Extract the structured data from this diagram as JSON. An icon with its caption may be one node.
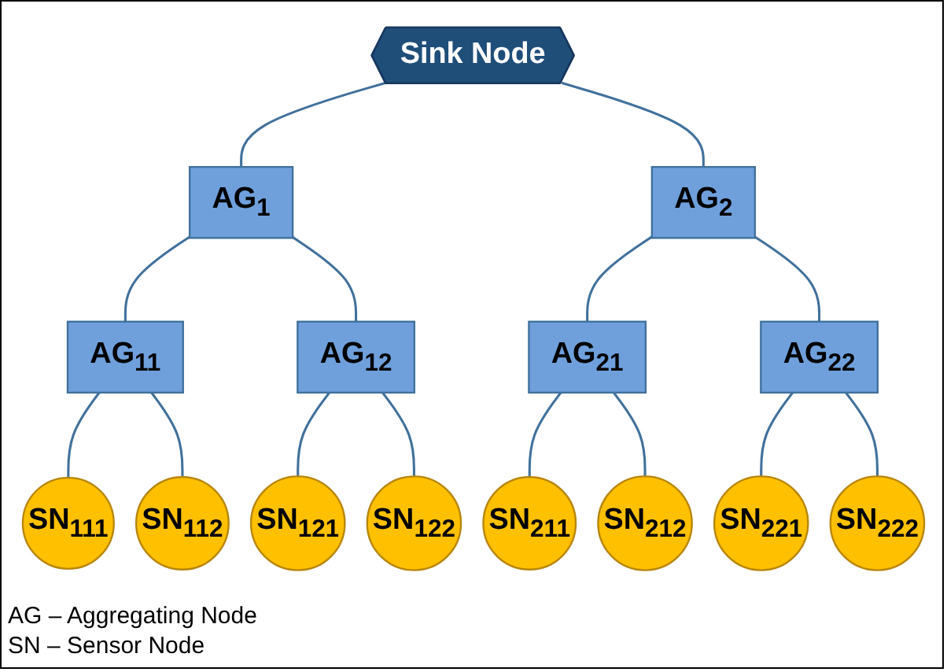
{
  "diagram": {
    "nodes": [
      {
        "text": [
          "Sink Node"
        ]
      },
      {
        "text": [
          "AG$_{1}$"
        ]
      },
      {
        "text": [
          "AG$_{2}$"
        ]
      },
      {
        "text": [
          "AG$_{11}$"
        ]
      },
      {
        "text": [
          "AG$_{12}$"
        ]
      },
      {
        "text": [
          "AG$_{21}$"
        ]
      },
      {
        "text": [
          "AG$_{22}$"
        ]
      },
      {
        "text": [
          "SN$_{111}$"
        ]
      },
      {
        "text": [
          "SN$_{112}$"
        ]
      },
      {
        "text": [
          "SN$_{121}$"
        ]
      },
      {
        "text": [
          "SN$_{122}$"
        ]
      },
      {
        "text": [
          "SN$_{211}$"
        ]
      },
      {
        "text": [
          "SN$_{212}$"
        ]
      },
      {
        "text": [
          "SN$_{221}$"
        ]
      },
      {
        "text": [
          "SN$_{222}$"
        ]
      }
    ],
    "edges": [
      {
        "from": 0,
        "to": 1,
        "arrow": "none"
      },
      {
        "from": 0,
        "to": 2,
        "arrow": "none"
      },
      {
        "from": 1,
        "to": 3,
        "arrow": "none"
      },
      {
        "from": 1,
        "to": 4,
        "arrow": "none"
      },
      {
        "from": 2,
        "to": 5,
        "arrow": "none"
      },
      {
        "from": 2,
        "to": 6,
        "arrow": "none"
      },
      {
        "from": 3,
        "to": 7,
        "arrow": "none"
      },
      {
        "from": 3,
        "to": 8,
        "arrow": "none"
      },
      {
        "from": 4,
        "to": 9,
        "arrow": "none"
      },
      {
        "from": 4,
        "to": 10,
        "arrow": "none"
      },
      {
        "from": 5,
        "to": 11,
        "arrow": "none"
      },
      {
        "from": 5,
        "to": 12,
        "arrow": "none"
      },
      {
        "from": 6,
        "to": 13,
        "arrow": "none"
      },
      {
        "from": 6,
        "to": 14,
        "arrow": "none"
      }
    ],
    "labels": [
      "AG – Aggregating Node",
      "SN – Sensor Node"
    ]
  }
}
